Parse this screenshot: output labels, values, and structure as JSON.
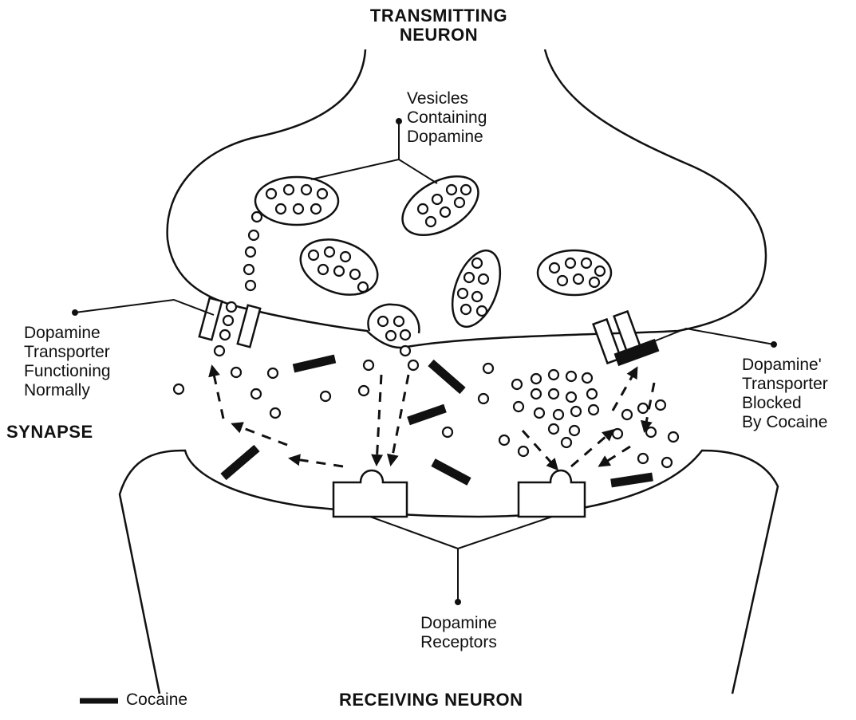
{
  "title_top": [
    "TRANSMITTING",
    "NEURON"
  ],
  "title_bottom": "RECEIVING NEURON",
  "synapse_label": "SYNAPSE",
  "labels": {
    "vesicles": [
      "Vesicles",
      "Containing",
      "Dopamine"
    ],
    "transporter_normal": [
      "Dopamine",
      "Transporter",
      "Functioning",
      "Normally"
    ],
    "transporter_blocked": [
      "Dopamine'",
      "Transporter",
      "Blocked",
      "By Cocaine"
    ],
    "receptors": [
      "Dopamine",
      "Receptors"
    ]
  },
  "legend": {
    "cocaine": "Cocaine"
  },
  "colors": {
    "stroke": "#111111",
    "background": "#ffffff"
  }
}
